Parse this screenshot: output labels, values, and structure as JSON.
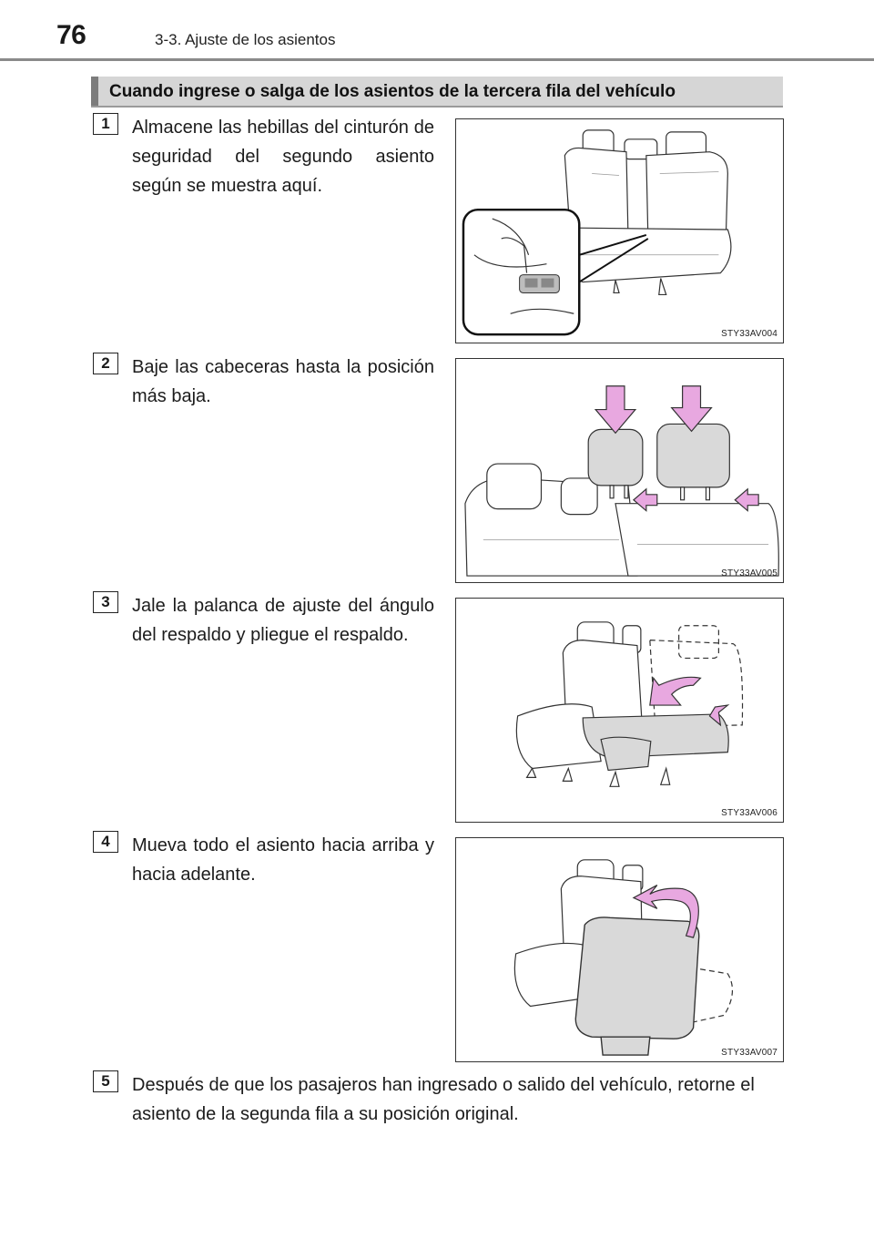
{
  "header": {
    "page_number": "76",
    "chapter_title": "3-3. Ajuste de los asientos"
  },
  "section": {
    "title": "Cuando ingrese o salga de los asientos de la tercera fila del vehículo"
  },
  "steps": [
    {
      "number": "1",
      "text": "Almacene las hebillas del cinturón de seguridad del segundo asiento según se muestra aquí.",
      "figure_code": "STY33AV004"
    },
    {
      "number": "2",
      "text": "Baje las cabeceras hasta la posición más baja.",
      "figure_code": "STY33AV005"
    },
    {
      "number": "3",
      "text": "Jale la palanca de ajuste del ángulo del respaldo y pliegue el respaldo.",
      "figure_code": "STY33AV006"
    },
    {
      "number": "4",
      "text": "Mueva todo el asiento hacia arriba y hacia adelante.",
      "figure_code": "STY33AV007"
    },
    {
      "number": "5",
      "text": "Después de que los pasajeros han ingresado o salido del vehículo, retorne el asiento de la segunda fila a su posición original."
    }
  ],
  "colors": {
    "arrow": "#e8a8e0",
    "header_bg": "#d6d6d6",
    "header_bar": "#7c7c7c"
  }
}
